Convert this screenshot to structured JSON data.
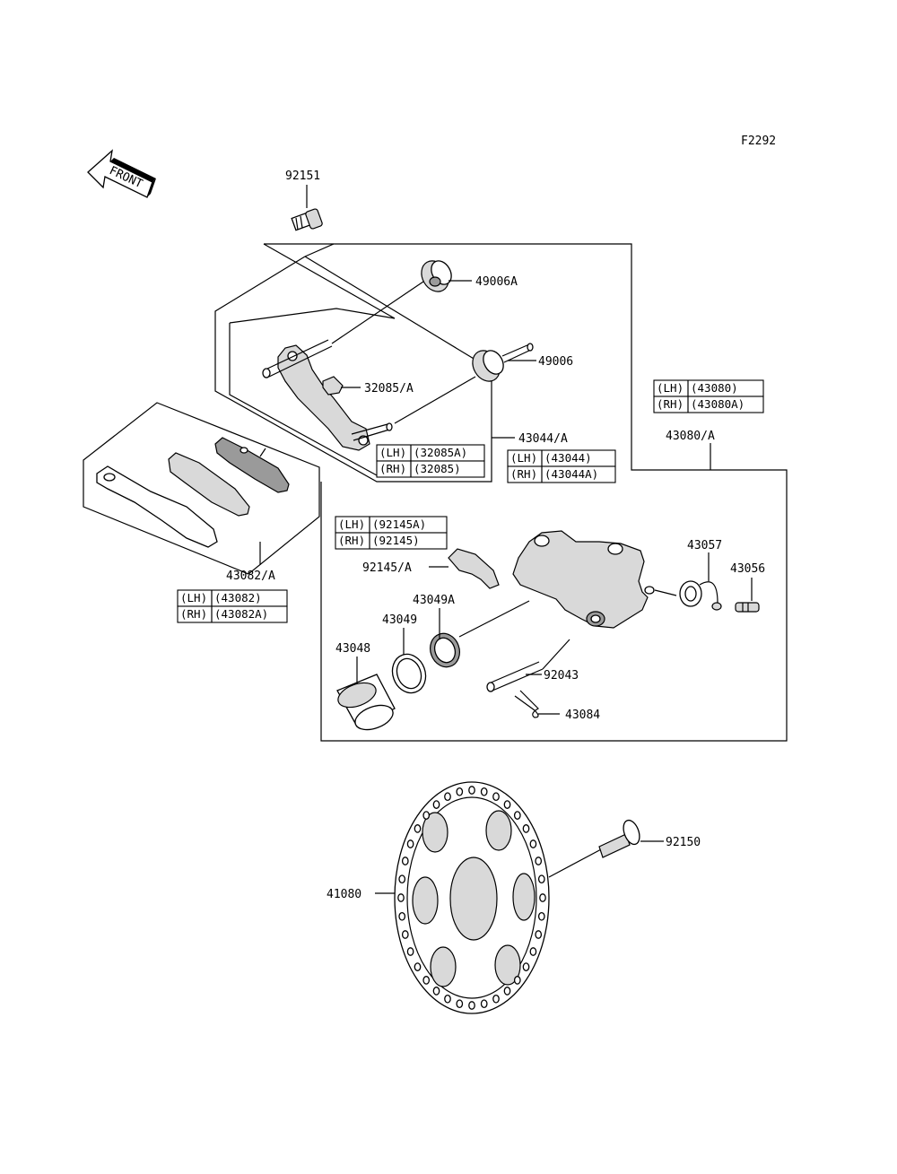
{
  "figure_code": "F2292",
  "front_label": "FRONT",
  "parts": {
    "p92151": "92151",
    "p49006A": "49006A",
    "p49006": "49006",
    "p32085A": "32085/A",
    "p43044A": "43044/A",
    "p43080A": "43080/A",
    "p43082A": "43082/A",
    "p43057": "43057",
    "p43056": "43056",
    "p92145A": "92145/A",
    "p43049A": "43049A",
    "p43049": "43049",
    "p43048": "43048",
    "p92043": "92043",
    "p43084": "43084",
    "p92150": "92150",
    "p41080": "41080"
  },
  "tables": {
    "t32085": {
      "lh": "(LH)",
      "lh_val": "(32085A)",
      "rh": "(RH)",
      "rh_val": "(32085)"
    },
    "t43044": {
      "lh": "(LH)",
      "lh_val": "(43044)",
      "rh": "(RH)",
      "rh_val": "(43044A)"
    },
    "t43080": {
      "lh": "(LH)",
      "lh_val": "(43080)",
      "rh": "(RH)",
      "rh_val": "(43080A)"
    },
    "t43082": {
      "lh": "(LH)",
      "lh_val": "(43082)",
      "rh": "(RH)",
      "rh_val": "(43082A)"
    },
    "t92145": {
      "lh": "(LH)",
      "lh_val": "(92145A)",
      "rh": "(RH)",
      "rh_val": "(92145)"
    }
  }
}
